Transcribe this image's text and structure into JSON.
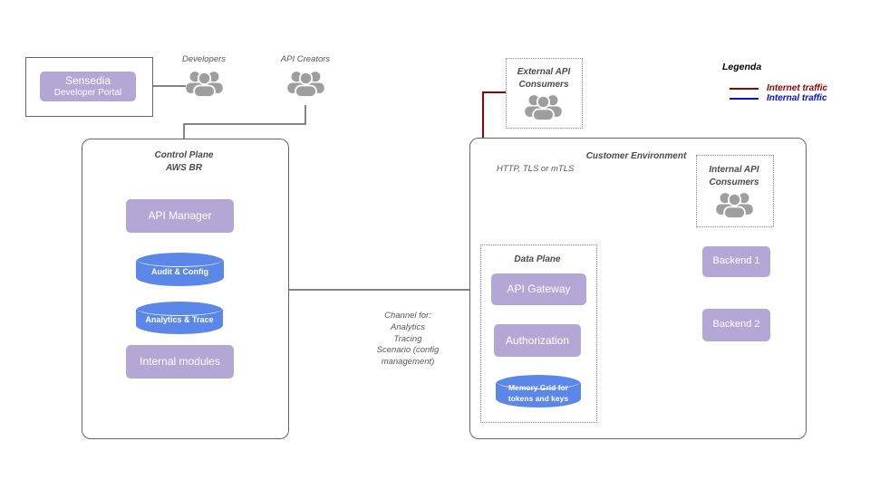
{
  "portal_group": {
    "title_line1": "Sensedia",
    "title_line2": "Developer Portal"
  },
  "actors": {
    "developers": "Developers",
    "api_creators": "API Creators"
  },
  "external_api": {
    "line1": "External API",
    "line2": "Consumers"
  },
  "internal_api": {
    "line1": "Internal API",
    "line2": "Consumers"
  },
  "control_plane": {
    "title_line1": "Control Plane",
    "title_line2": "AWS BR",
    "api_manager": "API Manager",
    "audit_config": "Audit & Config",
    "analytics_trace": "Analytics & Trace",
    "internal_modules": "Internal modules"
  },
  "customer_env": {
    "title": "Customer Environment",
    "http_label": "HTTP, TLS or mTLS"
  },
  "data_plane": {
    "title": "Data Plane",
    "api_gateway": "API Gateway",
    "authorization": "Authorization",
    "memory_grid_line1": "Memory Grid for",
    "memory_grid_line2": "tokens and keys"
  },
  "backends": {
    "backend1": "Backend 1",
    "backend2": "Backend 2"
  },
  "channel_note": {
    "line1": "Channel  for:",
    "line2": "Analytics",
    "line3": "Tracing",
    "line4": "Scenario (config",
    "line5": "management)"
  },
  "legend": {
    "title": "Legenda",
    "internet": "Internet traffic",
    "internal": "Internal traffic"
  },
  "colors": {
    "purple": "#b4a7d6",
    "cylinder_blue": "#5b87e8",
    "wire_gray": "#5b5b5b",
    "internet_red": "#990000",
    "internal_blue": "#0b0bcc",
    "icon_gray": "#9e9e9e"
  }
}
